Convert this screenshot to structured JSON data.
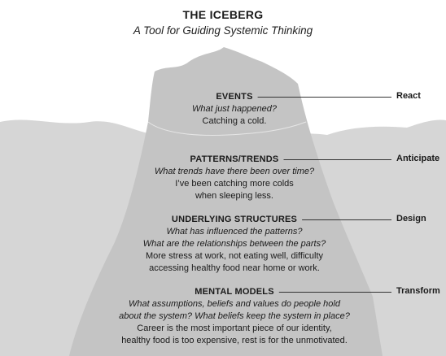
{
  "header": {
    "title": "THE ICEBERG",
    "subtitle": "A Tool for Guiding Systemic Thinking"
  },
  "colors": {
    "water": "#d6d6d6",
    "iceberg": "#c4c4c4",
    "connector": "#333333",
    "text": "#1a1a1a"
  },
  "layers": [
    {
      "name": "EVENTS",
      "questions": [
        "What just happened?"
      ],
      "examples": [
        "Catching a cold."
      ],
      "response": "React"
    },
    {
      "name": "PATTERNS/TRENDS",
      "questions": [
        "What trends have there been over time?"
      ],
      "examples": [
        "I’ve been catching more colds",
        "when sleeping less."
      ],
      "response": "Anticipate"
    },
    {
      "name": "UNDERLYING STRUCTURES",
      "questions": [
        "What has influenced the patterns?",
        "What are the relationships between the parts?"
      ],
      "examples": [
        "More stress at work, not eating well, difficulty",
        "accessing healthy food near home or work."
      ],
      "response": "Design"
    },
    {
      "name": "MENTAL MODELS",
      "questions": [
        "What assumptions, beliefs and values do people hold",
        "about the system? What beliefs keep the system in place?"
      ],
      "examples": [
        "Career is the most important piece of our identity,",
        "healthy food is too expensive, rest is for the unmotivated."
      ],
      "response": "Transform"
    }
  ]
}
